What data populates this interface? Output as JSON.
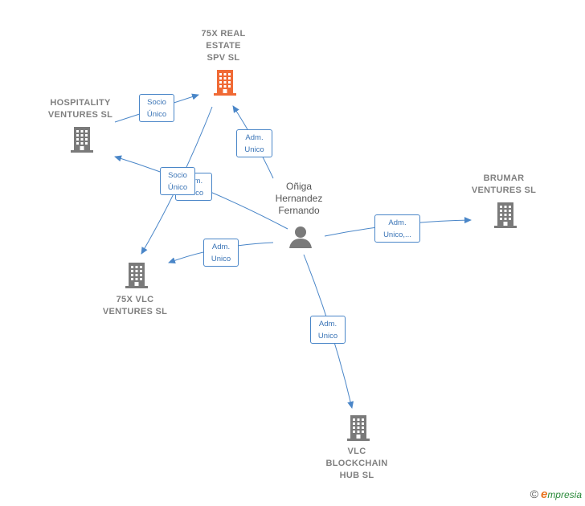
{
  "nodes": {
    "real_estate": {
      "label": "75X REAL\nESTATE\nSPV  SL",
      "color": "#f06a35"
    },
    "hospitality": {
      "label": "HOSPITALITY\nVENTURES  SL",
      "color": "#7a7a7a"
    },
    "brumar": {
      "label": "BRUMAR\nVENTURES  SL",
      "color": "#7a7a7a"
    },
    "vlc_ventures": {
      "label": "75X VLC\nVENTURES  SL",
      "color": "#7a7a7a"
    },
    "vlc_blockchain": {
      "label": "VLC\nBLOCKCHAIN\nHUB  SL",
      "color": "#7a7a7a"
    },
    "person": {
      "label": "Oñiga\nHernandez\nFernando",
      "color": "#7a7a7a"
    }
  },
  "edges": {
    "socio_unico_top": "Socio\nÚnico",
    "adm_unico_top": "Adm.\nUnico",
    "adm_unico_hidden": "Adm.\nUnico",
    "socio_unico_mid": "Socio\nÚnico",
    "adm_unico_vlc": "Adm.\nUnico",
    "adm_unico_brumar": "Adm.\nUnico,...",
    "adm_unico_blockchain": "Adm.\nUnico"
  },
  "colors": {
    "edge": "#4a86c8"
  },
  "footer": {
    "copyright": "©",
    "brand_initial": "e",
    "brand_rest": "mpresia"
  }
}
